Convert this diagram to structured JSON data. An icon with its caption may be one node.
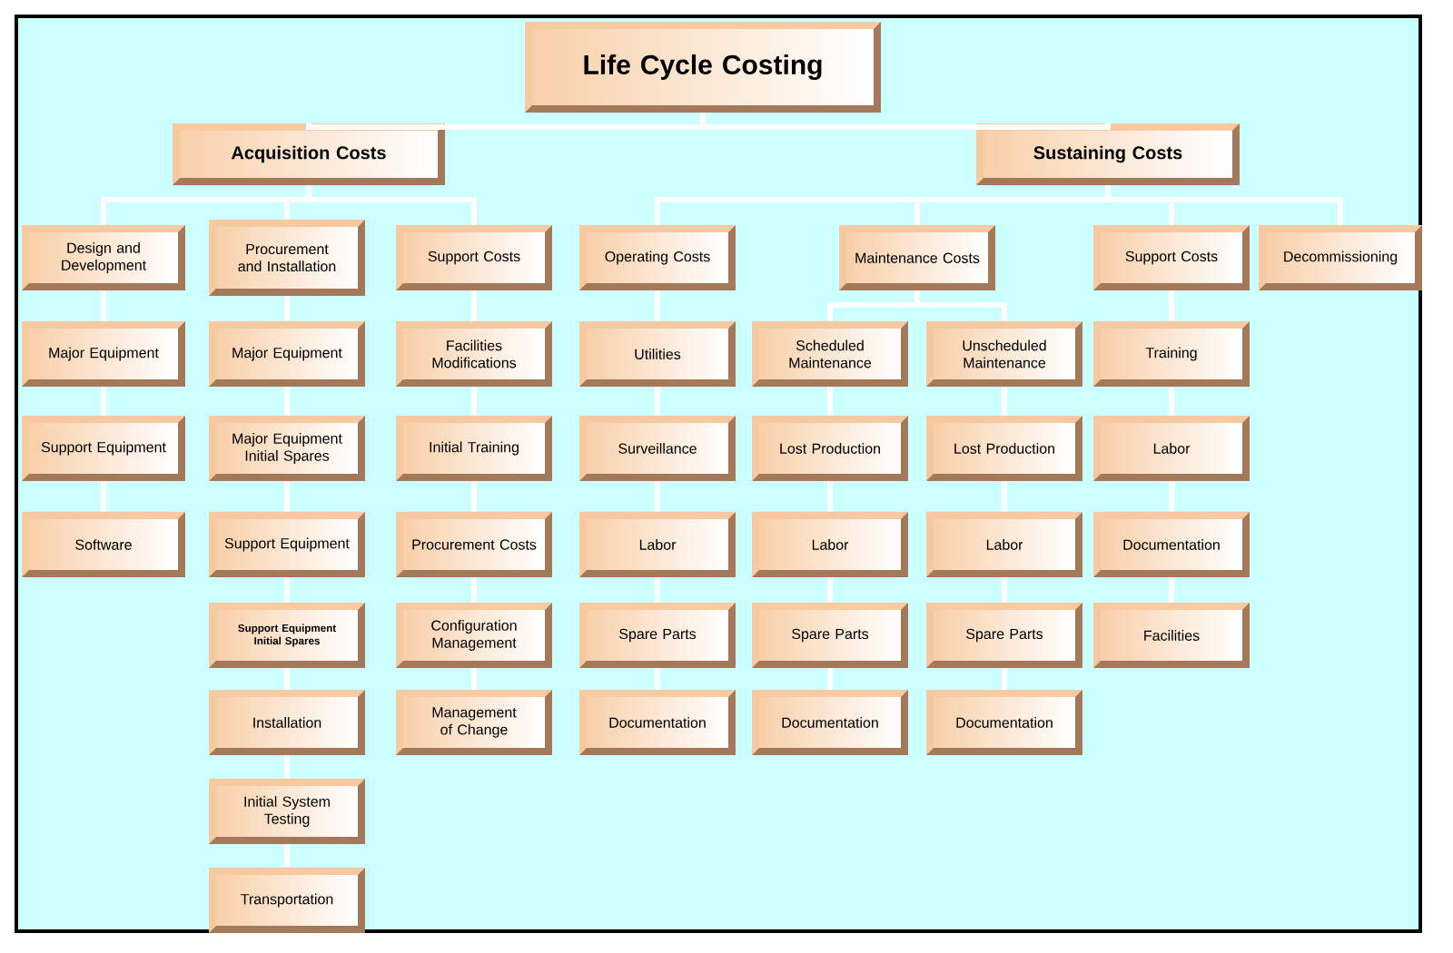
{
  "diagram": {
    "nodes": [
      {
        "text": [
          "Life Cycle Costing"
        ]
      },
      {
        "text": [
          "Acquisition Costs"
        ]
      },
      {
        "text": [
          "Sustaining Costs"
        ]
      },
      {
        "text": [
          "Design and Development"
        ]
      },
      {
        "text": [
          "Procurement and Installation"
        ]
      },
      {
        "text": [
          "Support Costs"
        ]
      },
      {
        "text": [
          "Operating Costs"
        ]
      },
      {
        "text": [
          "Maintenance Costs"
        ]
      },
      {
        "text": [
          "Support Costs"
        ]
      },
      {
        "text": [
          "Decommissioning"
        ]
      },
      {
        "text": [
          "Major Equipment"
        ]
      },
      {
        "text": [
          "Support Equipment"
        ]
      },
      {
        "text": [
          "Software"
        ]
      },
      {
        "text": [
          "Major Equipment"
        ]
      },
      {
        "text": [
          "Major Equipment Initial Spares"
        ]
      },
      {
        "text": [
          "Support Equipment"
        ]
      },
      {
        "text": [
          "Support Equipment Initial Spares"
        ]
      },
      {
        "text": [
          "Installation"
        ]
      },
      {
        "text": [
          "Initial System Testing"
        ]
      },
      {
        "text": [
          "Transportation"
        ]
      },
      {
        "text": [
          "Facilities Modifications"
        ]
      },
      {
        "text": [
          "Initial Training"
        ]
      },
      {
        "text": [
          "Procurement Costs"
        ]
      },
      {
        "text": [
          "Configuration Management"
        ]
      },
      {
        "text": [
          "Management of Change"
        ]
      },
      {
        "text": [
          "Utilities"
        ]
      },
      {
        "text": [
          "Surveillance"
        ]
      },
      {
        "text": [
          "Labor"
        ]
      },
      {
        "text": [
          "Spare Parts"
        ]
      },
      {
        "text": [
          "Documentation"
        ]
      },
      {
        "text": [
          "Scheduled Maintenance"
        ]
      },
      {
        "text": [
          "Unscheduled Maintenance"
        ]
      },
      {
        "text": [
          "Lost Production"
        ]
      },
      {
        "text": [
          "Labor"
        ]
      },
      {
        "text": [
          "Spare Parts"
        ]
      },
      {
        "text": [
          "Documentation"
        ]
      },
      {
        "text": [
          "Lost Production"
        ]
      },
      {
        "text": [
          "Labor"
        ]
      },
      {
        "text": [
          "Spare Parts"
        ]
      },
      {
        "text": [
          "Documentation"
        ]
      },
      {
        "text": [
          "Training"
        ]
      },
      {
        "text": [
          "Labor"
        ]
      },
      {
        "text": [
          "Documentation"
        ]
      },
      {
        "text": [
          "Facilities"
        ]
      }
    ],
    "edges": [
      {
        "from": 0,
        "to": 1,
        "arrow": "none"
      },
      {
        "from": 0,
        "to": 2,
        "arrow": "none"
      },
      {
        "from": 1,
        "to": 3,
        "arrow": "none"
      },
      {
        "from": 1,
        "to": 4,
        "arrow": "none"
      },
      {
        "from": 1,
        "to": 5,
        "arrow": "none"
      },
      {
        "from": 2,
        "to": 6,
        "arrow": "none"
      },
      {
        "from": 2,
        "to": 7,
        "arrow": "none"
      },
      {
        "from": 2,
        "to": 8,
        "arrow": "none"
      },
      {
        "from": 2,
        "to": 9,
        "arrow": "none"
      },
      {
        "from": 3,
        "to": 10,
        "arrow": "none"
      },
      {
        "from": 10,
        "to": 11,
        "arrow": "none"
      },
      {
        "from": 11,
        "to": 12,
        "arrow": "none"
      },
      {
        "from": 4,
        "to": 13,
        "arrow": "none"
      },
      {
        "from": 13,
        "to": 14,
        "arrow": "none"
      },
      {
        "from": 14,
        "to": 15,
        "arrow": "none"
      },
      {
        "from": 15,
        "to": 16,
        "arrow": "none"
      },
      {
        "from": 16,
        "to": 17,
        "arrow": "none"
      },
      {
        "from": 17,
        "to": 18,
        "arrow": "none"
      },
      {
        "from": 18,
        "to": 19,
        "arrow": "none"
      },
      {
        "from": 5,
        "to": 20,
        "arrow": "none"
      },
      {
        "from": 20,
        "to": 21,
        "arrow": "none"
      },
      {
        "from": 21,
        "to": 22,
        "arrow": "none"
      },
      {
        "from": 22,
        "to": 23,
        "arrow": "none"
      },
      {
        "from": 23,
        "to": 24,
        "arrow": "none"
      },
      {
        "from": 6,
        "to": 25,
        "arrow": "none"
      },
      {
        "from": 25,
        "to": 26,
        "arrow": "none"
      },
      {
        "from": 26,
        "to": 27,
        "arrow": "none"
      },
      {
        "from": 27,
        "to": 28,
        "arrow": "none"
      },
      {
        "from": 28,
        "to": 29,
        "arrow": "none"
      },
      {
        "from": 7,
        "to": 30,
        "arrow": "none"
      },
      {
        "from": 7,
        "to": 31,
        "arrow": "none"
      },
      {
        "from": 30,
        "to": 32,
        "arrow": "none"
      },
      {
        "from": 32,
        "to": 33,
        "arrow": "none"
      },
      {
        "from": 33,
        "to": 34,
        "arrow": "none"
      },
      {
        "from": 34,
        "to": 35,
        "arrow": "none"
      },
      {
        "from": 31,
        "to": 36,
        "arrow": "none"
      },
      {
        "from": 36,
        "to": 37,
        "arrow": "none"
      },
      {
        "from": 37,
        "to": 38,
        "arrow": "none"
      },
      {
        "from": 38,
        "to": 39,
        "arrow": "none"
      },
      {
        "from": 8,
        "to": 40,
        "arrow": "none"
      },
      {
        "from": 40,
        "to": 41,
        "arrow": "none"
      },
      {
        "from": 41,
        "to": 42,
        "arrow": "none"
      },
      {
        "from": 42,
        "to": 43,
        "arrow": "none"
      }
    ]
  }
}
